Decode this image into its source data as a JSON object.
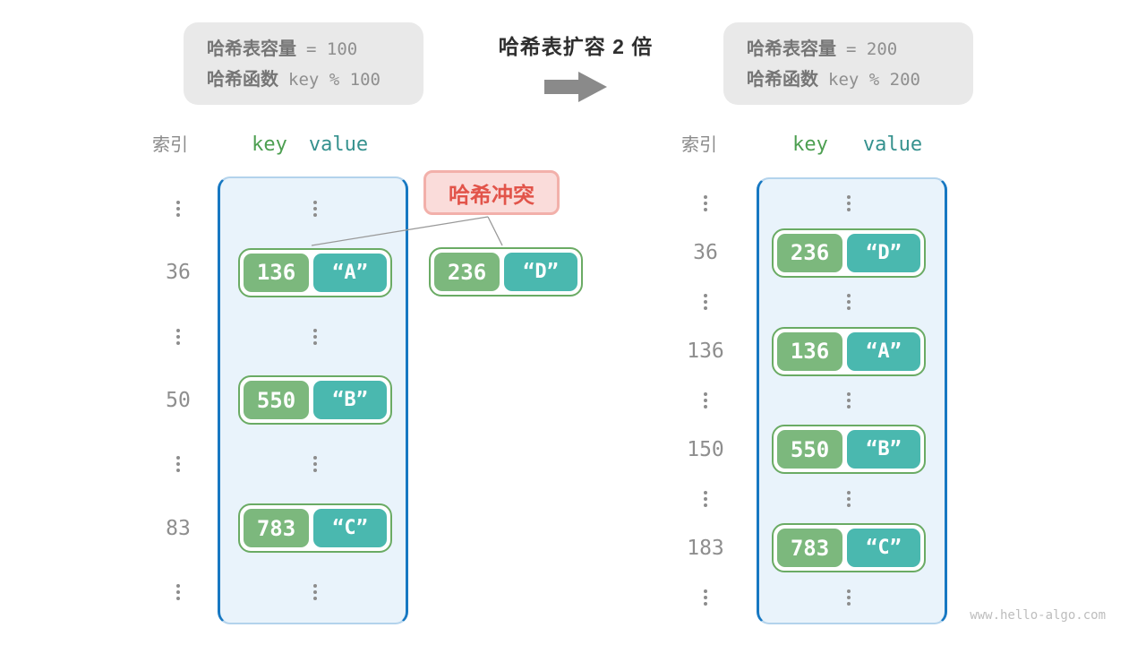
{
  "before_box": {
    "capacity_label": "哈希表容量",
    "capacity_value": "= 100",
    "hash_label": "哈希函数",
    "hash_value": "key % 100"
  },
  "after_box": {
    "capacity_label": "哈希表容量",
    "capacity_value": "= 200",
    "hash_label": "哈希函数",
    "hash_value": "key % 200"
  },
  "transition": {
    "title": "哈希表扩容 2 倍"
  },
  "headers": {
    "index": "索引",
    "key": "key",
    "value": "value"
  },
  "collision": {
    "label": "哈希冲突",
    "pair": {
      "key": "236",
      "value": "“D”"
    }
  },
  "left_table": {
    "rows": [
      {
        "type": "ellipsis"
      },
      {
        "type": "entry",
        "index": "36",
        "key": "136",
        "value": "“A”"
      },
      {
        "type": "ellipsis"
      },
      {
        "type": "entry",
        "index": "50",
        "key": "550",
        "value": "“B”"
      },
      {
        "type": "ellipsis"
      },
      {
        "type": "entry",
        "index": "83",
        "key": "783",
        "value": "“C”"
      },
      {
        "type": "ellipsis"
      }
    ]
  },
  "right_table": {
    "rows": [
      {
        "type": "ellipsis"
      },
      {
        "type": "entry",
        "index": "36",
        "key": "236",
        "value": "“D”"
      },
      {
        "type": "ellipsis"
      },
      {
        "type": "entry",
        "index": "136",
        "key": "136",
        "value": "“A”"
      },
      {
        "type": "ellipsis"
      },
      {
        "type": "entry",
        "index": "150",
        "key": "550",
        "value": "“B”"
      },
      {
        "type": "ellipsis"
      },
      {
        "type": "entry",
        "index": "183",
        "key": "783",
        "value": "“C”"
      },
      {
        "type": "ellipsis"
      }
    ]
  },
  "watermark": "www.hello-algo.com",
  "colors": {
    "accent_blue": "#1778c2",
    "container_fill": "#e9f3fb",
    "key_green": "#7cb87d",
    "value_teal": "#4ab8af",
    "pair_border_green": "#6aab64",
    "collision_fill": "#fadcda",
    "collision_text": "#e2544a",
    "gray_box_fill": "#e9e9e9",
    "arrow_gray": "#8a8a8a"
  }
}
